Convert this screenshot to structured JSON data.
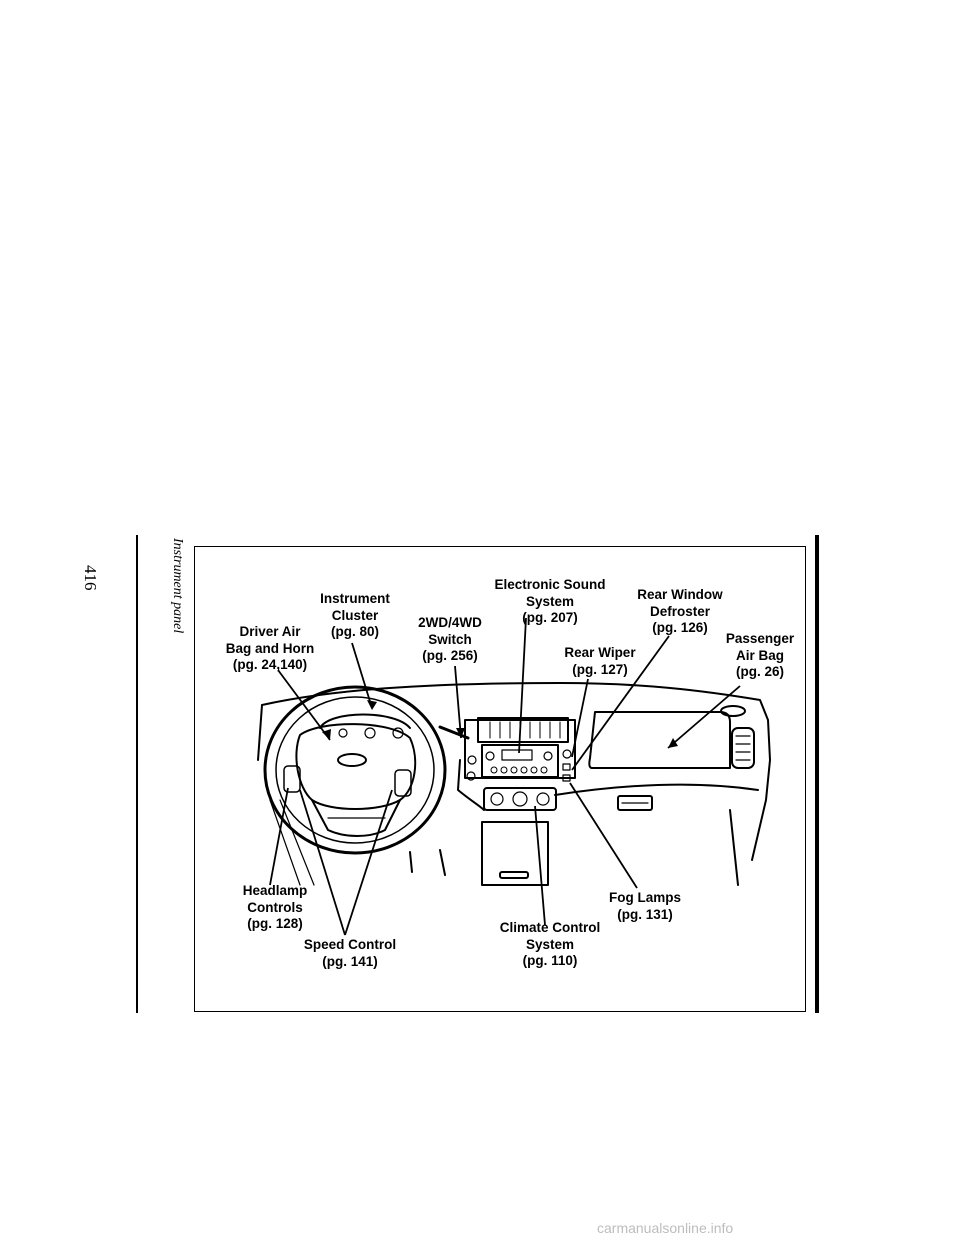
{
  "page": {
    "number": "416",
    "section_title": "Instrument panel"
  },
  "callouts": {
    "instrument_cluster": "Instrument\nCluster\n(pg. 80)",
    "electronic_sound": "Electronic Sound\nSystem\n(pg. 207)",
    "rear_window_defroster": "Rear Window\nDefroster\n(pg. 126)",
    "driver_air_bag": "Driver Air\nBag and Horn\n(pg. 24,140)",
    "switch_2wd_4wd": "2WD/4WD\nSwitch\n(pg. 256)",
    "rear_wiper": "Rear Wiper\n(pg. 127)",
    "passenger_air_bag": "Passenger\nAir Bag\n(pg. 26)",
    "headlamp_controls": "Headlamp\nControls\n(pg. 128)",
    "fog_lamps": "Fog Lamps\n(pg. 131)",
    "climate_control": "Climate Control\nSystem\n(pg. 110)",
    "speed_control": "Speed Control\n(pg. 141)"
  },
  "watermark": "carmanualsonline.info"
}
